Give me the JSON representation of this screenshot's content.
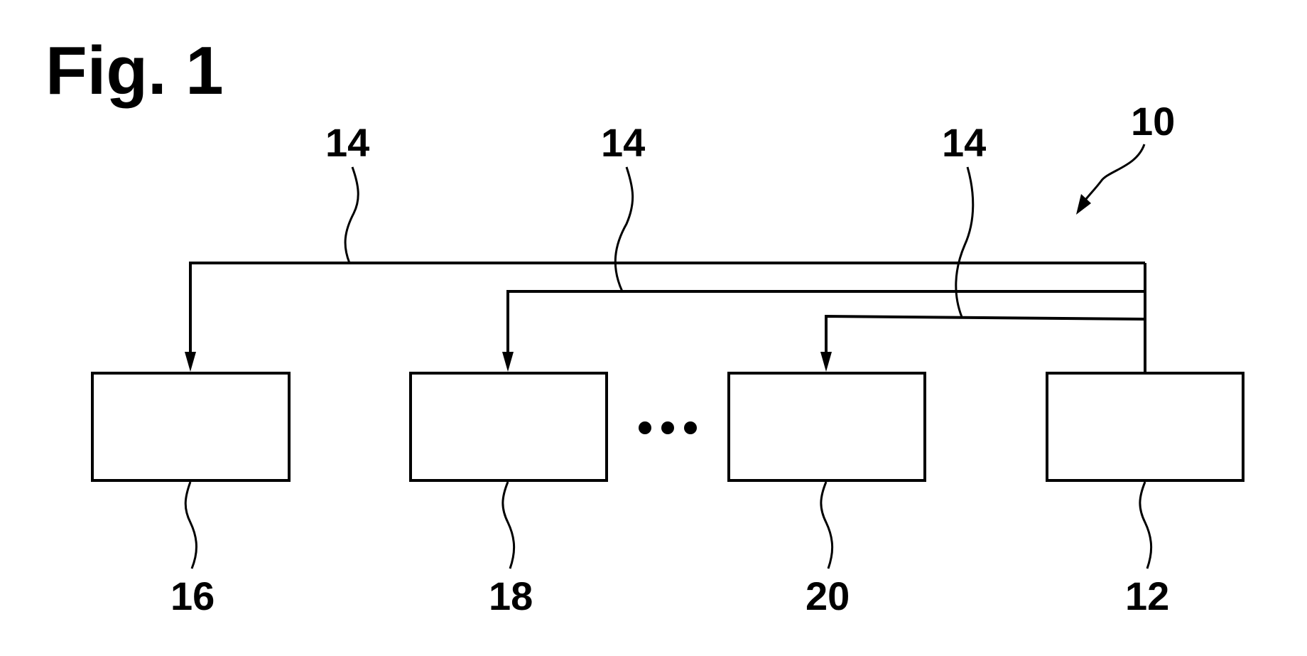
{
  "figure": {
    "title": "Fig. 1",
    "system_ref": "10",
    "line_refs": [
      "14",
      "14",
      "14"
    ],
    "units": [
      {
        "id": "unit-16",
        "ref": "16"
      },
      {
        "id": "unit-18",
        "ref": "18"
      },
      {
        "id": "unit-20",
        "ref": "20"
      },
      {
        "id": "unit-12",
        "ref": "12"
      }
    ],
    "ellipsis": "..."
  }
}
